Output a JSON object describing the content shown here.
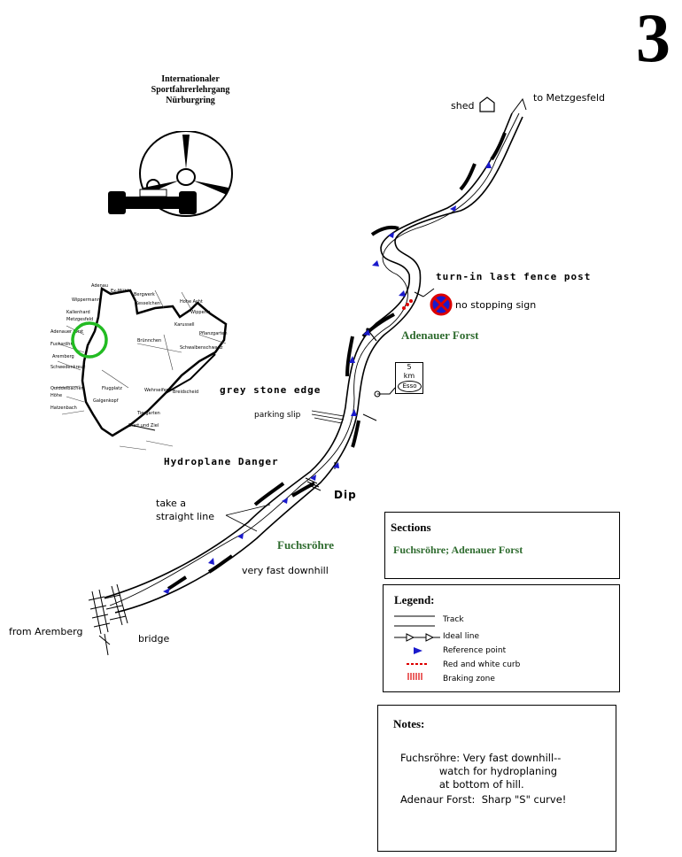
{
  "page_number": "3",
  "academy": {
    "line1": "Internationaler",
    "line2": "Sportfahrerlehrgang",
    "line3": "Nürburgring"
  },
  "labels": {
    "shed": "shed",
    "to_metzgesfeld": "to Metzgesfeld",
    "turn_in": "turn-in last fence post",
    "no_stopping": "no stopping sign",
    "adenauer_forst": "Adenauer Forst",
    "grey_stone_edge": "grey stone edge",
    "parking_slip": "parking slip",
    "hydroplane_danger": "Hydroplane Danger",
    "dip": "Dip",
    "take_straight_1": "take a",
    "take_straight_2": "straight line",
    "fuchsrohre": "Fuchsröhre",
    "very_fast_downhill": "very fast downhill",
    "from_aremberg": "from Aremberg",
    "bridge": "bridge",
    "km_value": "5",
    "km_unit": "km",
    "esso": "Esso"
  },
  "sections": {
    "title": "Sections",
    "value": "Fuchsröhre; Adenauer Forst"
  },
  "legend": {
    "title": "Legend:",
    "items": [
      {
        "label": "Track",
        "icon": "track-lines-icon"
      },
      {
        "label": "Ideal line",
        "icon": "ideal-line-icon"
      },
      {
        "label": "Reference point",
        "icon": "reference-triangle-icon"
      },
      {
        "label": "Red and white curb",
        "icon": "curb-icon"
      },
      {
        "label": "Braking zone",
        "icon": "braking-zone-icon"
      }
    ]
  },
  "notes": {
    "title": "Notes:",
    "lines": [
      "Fuchsröhre: Very fast downhill--",
      "            watch for hydroplaning",
      "            at bottom of hill.",
      "Adenaur Forst:  Sharp \"S\" curve!"
    ]
  },
  "colors": {
    "reference_point": "#1a1acc",
    "curb": "#dd0000",
    "highlight_circle": "#22bb22",
    "section_text": "#2e6b2e"
  }
}
